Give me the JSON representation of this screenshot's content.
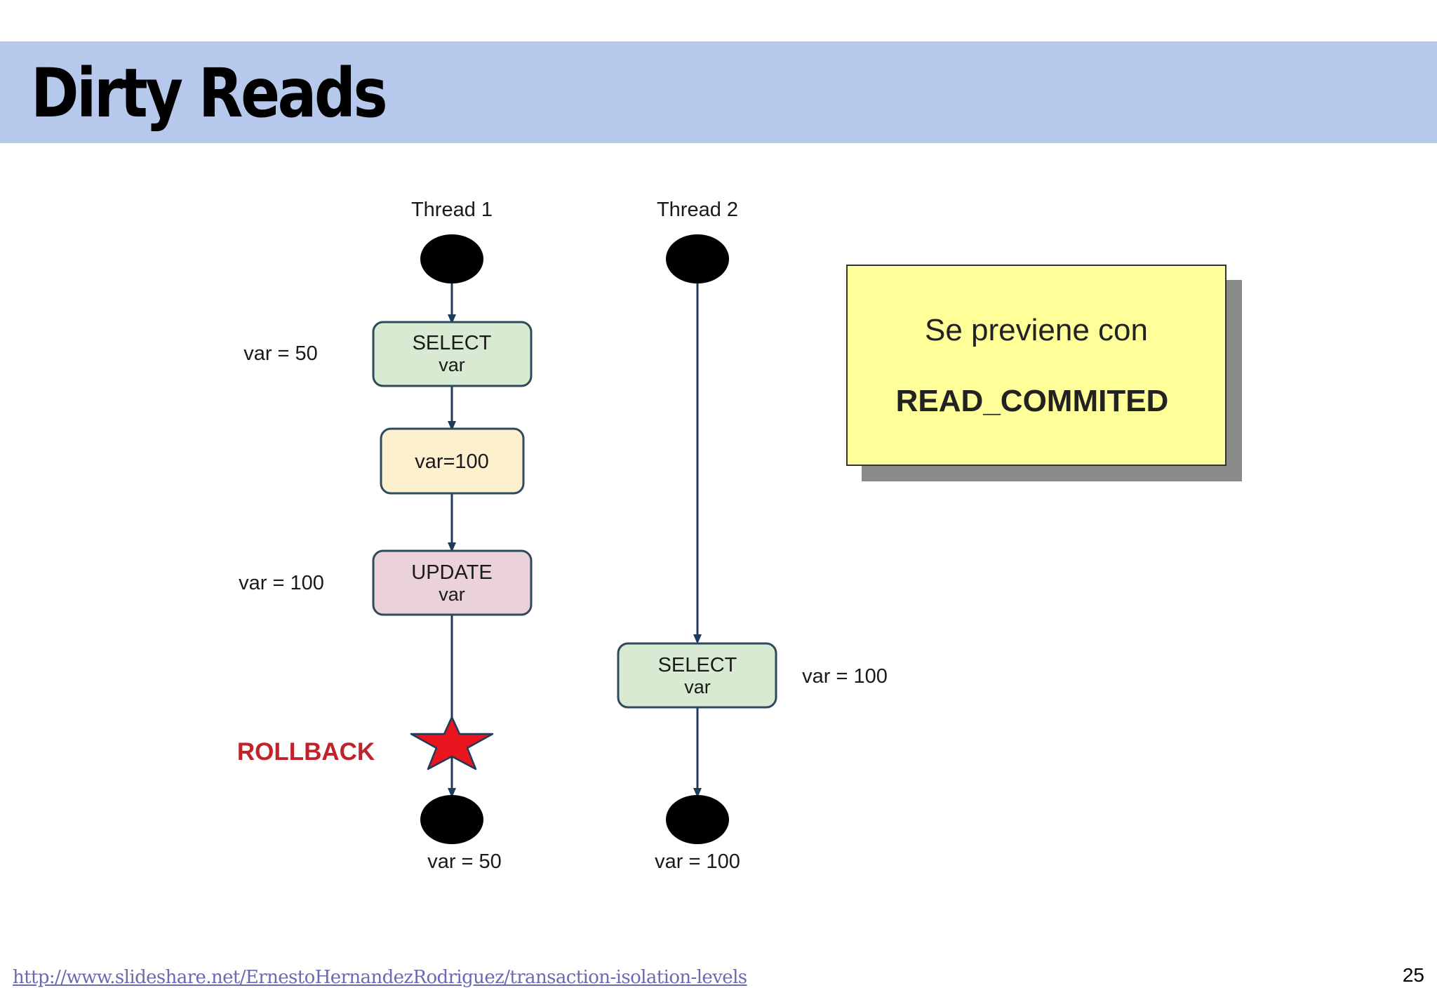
{
  "slide": {
    "title": "Dirty Reads",
    "source_link": "http://www.slideshare.net/ErnestoHernandezRodriguez/transaction-isolation-levels",
    "page_number": "25"
  },
  "diagram": {
    "thread1": {
      "header": "Thread 1",
      "select_line1": "SELECT",
      "select_line2": "var",
      "assign": "var=100",
      "update_line1": "UPDATE",
      "update_line2": "var",
      "rollback": "ROLLBACK",
      "side_label_select": "var = 50",
      "side_label_update": "var = 100",
      "final_label": "var = 50"
    },
    "thread2": {
      "header": "Thread 2",
      "select_line1": "SELECT",
      "select_line2": "var",
      "side_label_select": "var = 100",
      "final_label": "var = 100"
    },
    "colors": {
      "select_fill": "#d9ead3",
      "assign_fill": "#fdf0cf",
      "update_fill": "#ead1dc",
      "box_border": "#2e4a5c",
      "arrow": "#1f3b5a",
      "rollback_text": "#c0232b",
      "star": "#e8141e"
    }
  },
  "note": {
    "line1": "Se previene con",
    "line2": "READ_COMMITED",
    "fill": "#ffff99"
  }
}
